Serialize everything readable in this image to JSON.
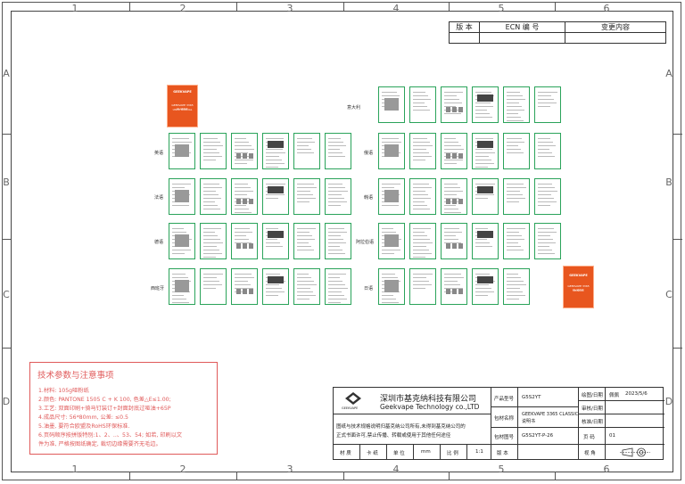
{
  "revision_table": {
    "headers": [
      "版 本",
      "ECN 编 号",
      "变更内容"
    ]
  },
  "zones": {
    "columns": [
      "1",
      "2",
      "3",
      "4",
      "5",
      "6"
    ],
    "rows": [
      "A",
      "B",
      "C",
      "D"
    ]
  },
  "page_groups": {
    "left_labels": [
      "英语",
      "法语",
      "德语",
      "西班牙"
    ],
    "right_labels": [
      "意大利",
      "俄语",
      "韩语",
      "阿拉伯语",
      "日语"
    ]
  },
  "cover_texts": {
    "front_brand": "GEEKVAPE",
    "front_title": "GEEKVAPE 3365 CLASSIC",
    "front_sub": "USER MANUAL",
    "back_brand": "GEEKVAPE",
    "back_title": "GEEKVAPE 3365 CLASSIC",
    "back_sub": "MANUAL"
  },
  "notes": {
    "title": "技术参数与注意事项",
    "items": [
      "1.材料: 105g哑粉纸",
      "2.颜色: PANTONE 1505 C + K 100, 色差△E≤1.00;",
      "3.工艺: 双面印刷+骑马钉装订+封面封底过哑油+65P",
      "4.成品尺寸: 56*80mm, 公差: ≤0.5",
      "5.油墨, 要符合欧盟及RoHS环保标准.",
      "6.页码顺序按拼版特别:1、2、..、53、54; 如若, 印刷以文",
      "件为准, 严格按图纸确定, 裁切边缘需要齐无毛边。"
    ]
  },
  "title_block": {
    "company_cn": "深圳市基克纳科技有限公司",
    "company_en": "Geekvape Technology co.,LTD",
    "logo_text": "GEEKVAPE",
    "disclaimer_1": "图纸与技术规格说明归基克纳公司所有,未得到基克纳公司的",
    "disclaimer_2": "正式书面许可,禁止传播、转载或使用于其他任何途径",
    "product_model_label": "产品型号",
    "product_model": "G5S2YT",
    "package_name_label": "包材名称",
    "package_name_1": "GEEKVAPE 3365 CLASSIC",
    "package_name_2": "说明书",
    "package_drawing_label": "包材图号",
    "package_drawing": "G5S2YT-P-26",
    "draw_date_label": "绘图/日期",
    "draw_name": "佩佩",
    "draw_date": "2023/5/6",
    "review_date_label": "审核/日期",
    "approve_date_label": "核准/日期",
    "pages_label": "页 码",
    "pages": "01",
    "material_label": "材 质",
    "material": "卡 纸",
    "unit_label": "单 位",
    "unit": "mm",
    "scale_label": "比 例",
    "scale": "1:1",
    "version_label": "版 本",
    "view_label": "视 角"
  }
}
